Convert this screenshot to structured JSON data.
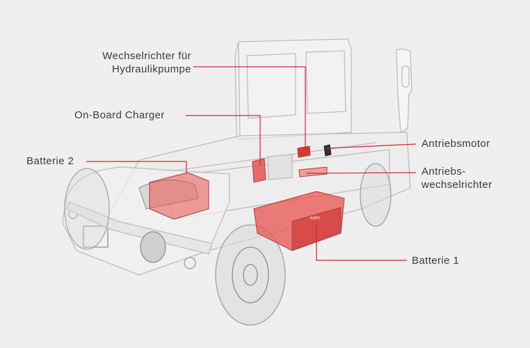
{
  "colors": {
    "background": "#efefef",
    "leader_line": "#d2262e",
    "component_fill": "#e8534f",
    "truck_outline": "#b9b9b9",
    "label_text": "#3a3a3a"
  },
  "labels": {
    "inverter_hydraulic": [
      "Wechselrichter für",
      "Hydraulikpumpe"
    ],
    "onboard_charger": "On-Board Charger",
    "battery_2": "Batterie 2",
    "drive_motor": "Antriebsmotor",
    "drive_inverter": [
      "Antriebs-",
      "wechselrichter"
    ],
    "battery_1": "Batterie 1"
  },
  "illustration": {
    "subject": "electric terminal tractor, transparent x-ray view",
    "battery_1_badge": "KAPO"
  }
}
